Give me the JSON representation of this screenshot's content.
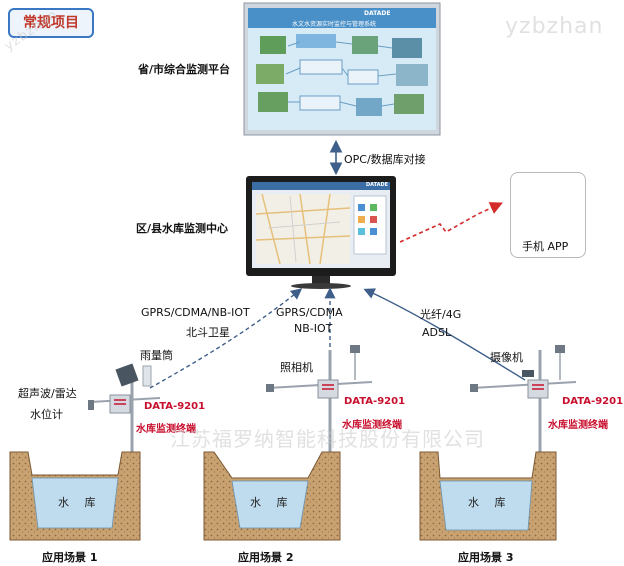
{
  "badge": "常规项目",
  "watermarks": {
    "top_right": "yzbzhan",
    "top_left": "yzbzhan",
    "company": "江苏福罗纳智能科技股份有限公司"
  },
  "platform": {
    "label": "省/市综合监测平台",
    "screen_title": "水文水资源实时监控与管理系统",
    "screen_logo": "DATADE"
  },
  "link_opc": "OPC/数据库对接",
  "center": {
    "label": "区/县水库监测中心",
    "screen_logo": "DATADE"
  },
  "mobile": {
    "label": "手机 APP"
  },
  "links": {
    "left": [
      "GPRS/CDMA/NB-IOT",
      "北斗卫星"
    ],
    "middle": [
      "GPRS/CDMA",
      "NB-IOT"
    ],
    "right": [
      "光纤/4G",
      "ADSL"
    ]
  },
  "devices": {
    "rain_gauge": "雨量筒",
    "level_sensor": [
      "超声波/雷达",
      "水位计"
    ],
    "camera_still": "照相机",
    "camera_video": "摄像机"
  },
  "terminal": {
    "model": "DATA-9201",
    "name": "水库监测终端"
  },
  "reservoir": "水 库",
  "scenes": [
    "应用场景 1",
    "应用场景 2",
    "应用场景 3"
  ],
  "colors": {
    "accent": "#c8102e",
    "arrow": "#3d5f8a",
    "dashed_red": "#d42a2a",
    "soil": "#c9a272",
    "water": "#bfdcee"
  }
}
